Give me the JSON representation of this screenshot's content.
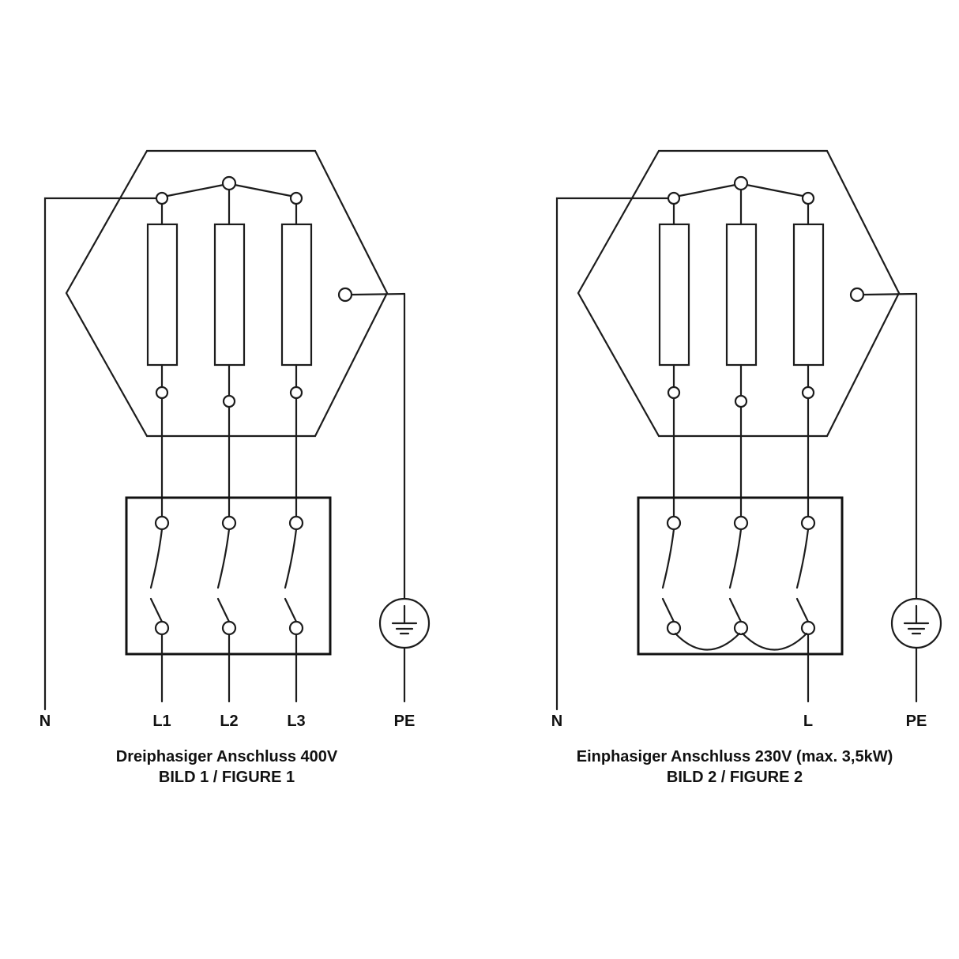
{
  "page": {
    "background": "#ffffff",
    "line_color": "#1c1c1c"
  },
  "diagrams": [
    {
      "name": "three-phase-connection",
      "terminals": {
        "n": "N",
        "l1": "L1",
        "l2": "L2",
        "l3": "L3",
        "pe": "PE"
      },
      "caption_line1": "Dreiphasiger Anschluss 400V",
      "caption_line2": "BILD 1 / FIGURE 1"
    },
    {
      "name": "single-phase-connection",
      "terminals": {
        "n": "N",
        "l": "L",
        "pe": "PE"
      },
      "caption_line1": "Einphasiger Anschluss 230V (max. 3,5kW)",
      "caption_line2": "BILD 2 / FIGURE 2"
    }
  ]
}
